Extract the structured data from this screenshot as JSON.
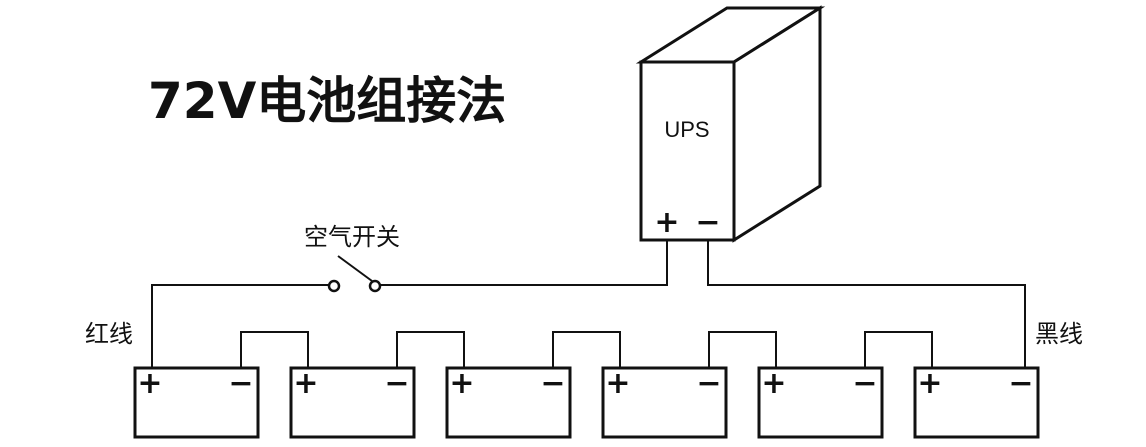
{
  "title": "72V电池组接法",
  "ups": {
    "label": "UPS",
    "plus": "+",
    "minus": "−"
  },
  "switch_label": "空气开关",
  "red_wire_label": "红线",
  "black_wire_label": "黑线",
  "batteries": [
    {
      "plus": "+",
      "minus": "−"
    },
    {
      "plus": "+",
      "minus": "−"
    },
    {
      "plus": "+",
      "minus": "−"
    },
    {
      "plus": "+",
      "minus": "−"
    },
    {
      "plus": "+",
      "minus": "−"
    },
    {
      "plus": "+",
      "minus": "−"
    }
  ]
}
